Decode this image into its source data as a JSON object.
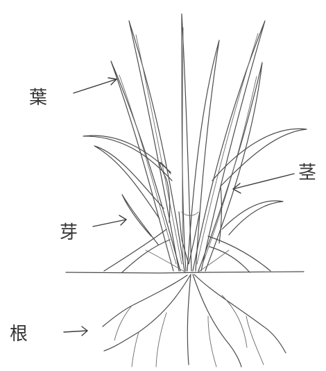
{
  "diagram": {
    "labels": {
      "leaf": "葉",
      "stem": "茎",
      "bud": "芽",
      "root": "根"
    }
  }
}
